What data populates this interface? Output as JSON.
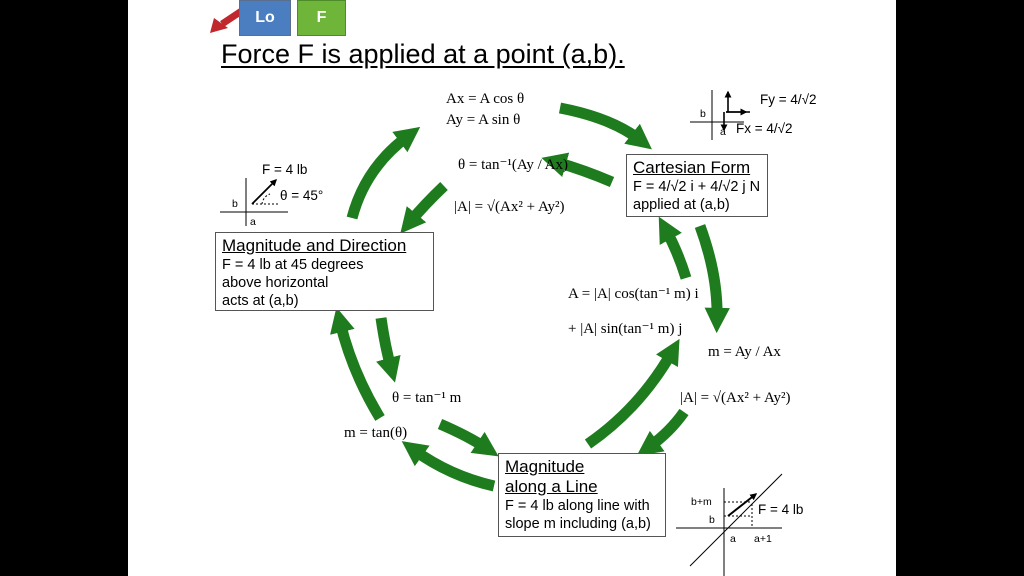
{
  "nav": {
    "lo_label": "Lo",
    "f_label": "F"
  },
  "title": "Force F is applied at a point (a,b).",
  "boxes": {
    "magnitude_direction": {
      "heading": "Magnitude and Direction",
      "lines": [
        "F = 4 lb at 45 degrees",
        "above horizontal",
        "acts at (a,b)"
      ]
    },
    "cartesian": {
      "heading": "Cartesian Form",
      "lines": [
        "F = 4/√2 i + 4/√2 j N",
        "applied at (a,b)"
      ]
    },
    "line": {
      "heading_1": "Magnitude",
      "heading_2": "along a Line",
      "lines": [
        "F = 4 lb along line with",
        "slope m including (a,b)"
      ]
    }
  },
  "equations": {
    "ax": "Ax = A cos θ",
    "ay": "Ay = A sin θ",
    "theta_atan": "θ = tan⁻¹(Ay / Ax)",
    "mag_xy_left": "|A| = √(Ax² + Ay²)",
    "vector_a_1": "A = |A| cos(tan⁻¹ m) i",
    "vector_a_2": "+ |A| sin(tan⁻¹ m) j",
    "m_ratio": "m = Ay / Ax",
    "mag_xy_right": "|A| = √(Ax² + Ay²)",
    "theta_m": "θ = tan⁻¹ m",
    "m_tan": "m = tan(θ)"
  },
  "sketches": {
    "polar": {
      "force": "F = 4 lb",
      "angle": "θ = 45°",
      "b": "b",
      "a": "a"
    },
    "components": {
      "fy": "Fy = 4/√2",
      "fx": "Fx = 4/√2",
      "b": "b",
      "a": "a"
    },
    "line": {
      "force": "F = 4 lb",
      "bm": "b+m",
      "b": "b",
      "a": "a",
      "a1": "a+1"
    }
  },
  "colors": {
    "arrow_green": "#1e7c1e",
    "lo_blue": "#4a7ec0",
    "f_green": "#6fb53a",
    "back_red": "#c0282e"
  }
}
